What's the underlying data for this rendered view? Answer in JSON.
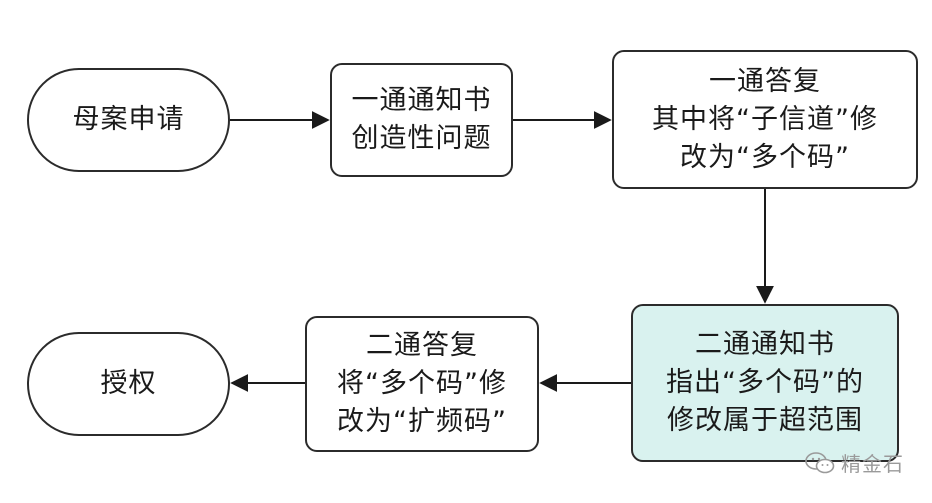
{
  "nodes": {
    "parent_application": {
      "label": "母案申请"
    },
    "first_office_action": {
      "lines": [
        "一通通知书",
        "创造性问题"
      ]
    },
    "first_response": {
      "lines": [
        "一通答复",
        "其中将“子信道”修",
        "改为“多个码”"
      ]
    },
    "second_office_action": {
      "lines": [
        "二通通知书",
        "指出“多个码”的",
        "修改属于超范围"
      ]
    },
    "second_response": {
      "lines": [
        "二通答复",
        "将“多个码”修",
        "改为“扩频码”"
      ]
    },
    "grant": {
      "label": "授权"
    }
  },
  "watermark": {
    "text": "精金石",
    "icon": "wechat-icon"
  },
  "colors": {
    "highlight_fill": "#d9f2ef",
    "stroke": "#2b2b2b"
  }
}
